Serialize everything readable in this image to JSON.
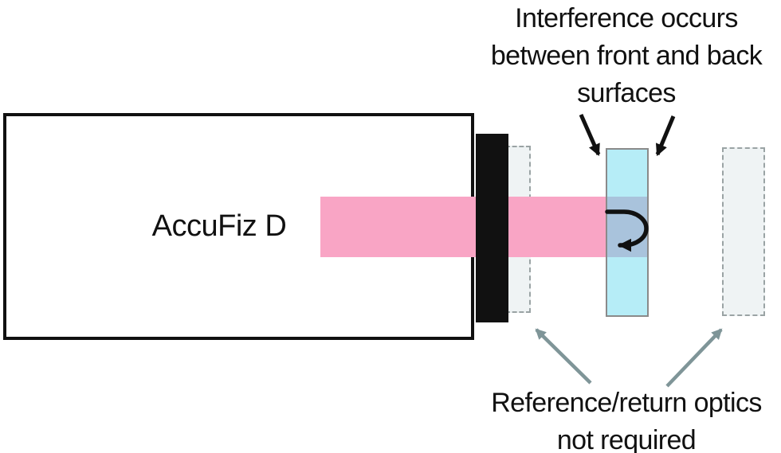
{
  "diagram": {
    "instrument_label": "AccuFiz D",
    "captions": {
      "interference": {
        "text": "Interference occurs between front and back surfaces",
        "lines": [
          "Interference occurs",
          "between front and back",
          "surfaces"
        ]
      },
      "reference": {
        "text": "Reference/return optics not required",
        "lines": [
          "Reference/return optics",
          "not required"
        ]
      }
    },
    "elements": {
      "interferometer": "interferometer body",
      "aperture": "output aperture",
      "beam": "measurement beam",
      "test_optic": "test optic (front and back surfaces)",
      "ghost_optics": "reference/return optics (not required)"
    }
  },
  "colors": {
    "beam_pink": "#F9A5C5",
    "optic_cyan": "#B6EDF7",
    "beam_in_optic": "#A9C3DC",
    "ghost_fill": "#EFF3F4",
    "ghost_border": "#9AA3A4",
    "pointer_gray": "#7F9598",
    "ink_black": "#111111",
    "optic_border": "#8A8A8A"
  }
}
